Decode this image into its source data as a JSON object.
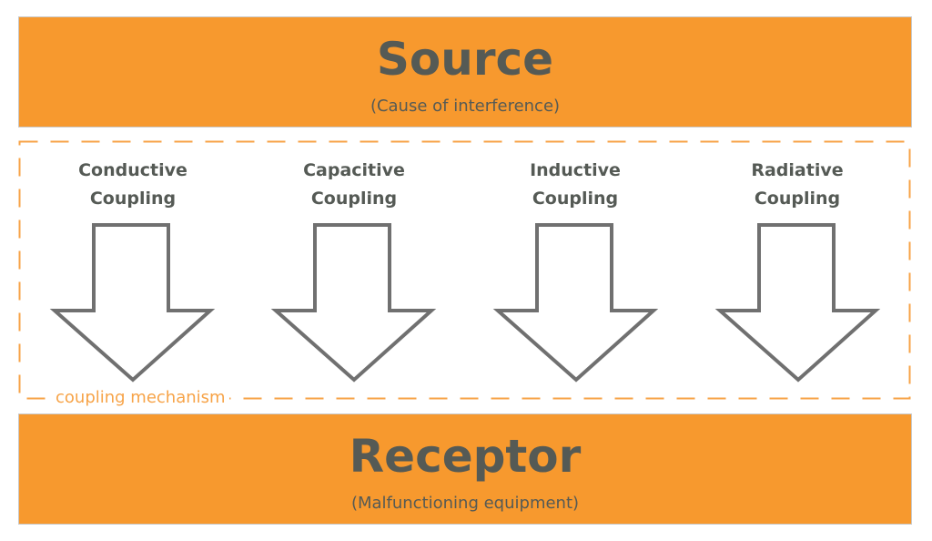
{
  "source": {
    "title": "Source",
    "subtitle": "(Cause of interference)"
  },
  "mechanism": {
    "label": "coupling mechanism"
  },
  "couplings": [
    {
      "line1": "Conductive",
      "line2": "Coupling"
    },
    {
      "line1": "Capacitive",
      "line2": "Coupling"
    },
    {
      "line1": "Inductive",
      "line2": "Coupling"
    },
    {
      "line1": "Radiative",
      "line2": "Coupling"
    }
  ],
  "receptor": {
    "title": "Receptor",
    "subtitle": "(Malfunctioning equipment)"
  },
  "colors": {
    "band": "#f7992e",
    "dash": "#f7a347",
    "text": "#555a55",
    "arrow_stroke": "#707070"
  },
  "icons": [
    "down-arrow-icon"
  ]
}
